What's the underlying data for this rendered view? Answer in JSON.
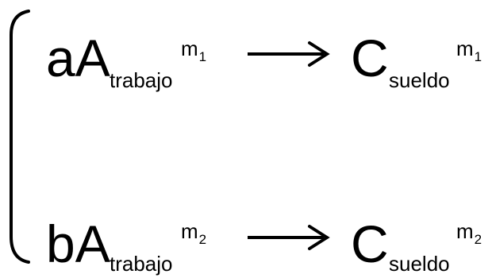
{
  "equations": [
    {
      "coefficient": "a",
      "reactant": "A",
      "reactant_subscript": "trabajo",
      "reactant_order": "m",
      "reactant_order_index": "1",
      "product": "C",
      "product_subscript": "sueldo",
      "product_order": "m",
      "product_order_index": "1"
    },
    {
      "coefficient": "b",
      "reactant": "A",
      "reactant_subscript": "trabajo",
      "reactant_order": "m",
      "reactant_order_index": "2",
      "product": "C",
      "product_subscript": "sueldo",
      "product_order": "m",
      "product_order_index": "2"
    }
  ],
  "colors": {
    "ink": "#000000",
    "background": "#ffffff"
  },
  "icons": {
    "brace": "left-brace-icon",
    "arrow": "right-arrow-icon"
  }
}
